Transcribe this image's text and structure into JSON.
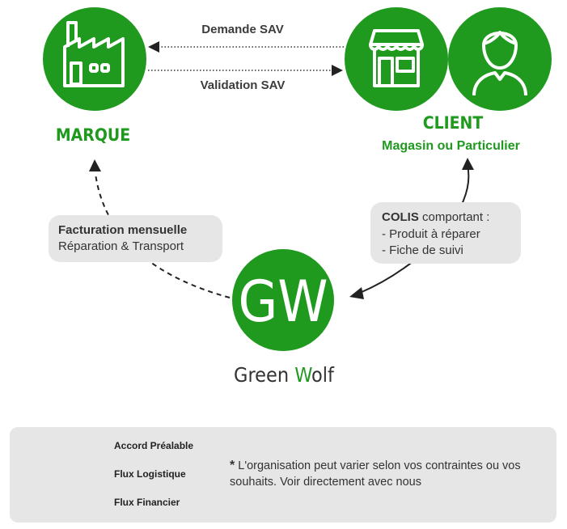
{
  "colors": {
    "brand_green": "#1f9a1f",
    "text_dark": "#333333",
    "bubble_gray": "#e6e6e6"
  },
  "nodes": {
    "marque": {
      "title": "MARQUE",
      "icon": "factory-icon"
    },
    "client": {
      "title": "CLIENT",
      "subtitle": "Magasin ou Particulier",
      "icons": [
        "shop-icon",
        "person-icon"
      ]
    },
    "greenwolf": {
      "logo_text": "GW",
      "name_part1": "Green ",
      "name_accent": "W",
      "name_part2": "olf"
    }
  },
  "flows": {
    "demande_sav": "Demande SAV",
    "validation_sav": "Validation SAV"
  },
  "bubbles": {
    "facturation": {
      "title": "Facturation mensuelle",
      "line": "Réparation & Transport"
    },
    "colis": {
      "title": "COLIS",
      "title_rest": " comportant :",
      "lines": [
        "- Produit à réparer",
        "- Fiche de suivi"
      ]
    }
  },
  "legend": {
    "accord": "Accord Préalable",
    "logistique": "Flux Logistique",
    "financier": "Flux Financier",
    "note_star": "*",
    "note_text": " L'organisation peut varier selon vos contraintes ou vos souhaits. Voir directement avec nous"
  }
}
